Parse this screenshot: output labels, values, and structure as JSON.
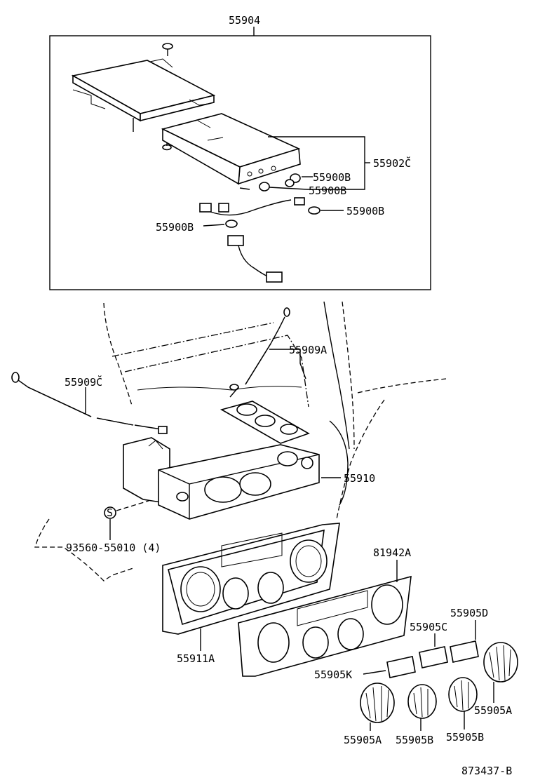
{
  "labels": {
    "l55904": "55904",
    "l55902c": "55902C̆",
    "l55900b_1": "55900B",
    "l55900b_2": "55900B",
    "l55900b_3": "55900B",
    "l55900b_4": "55900B",
    "l55909a": "55909A",
    "l55909c": "55909C̆",
    "l55910": "55910",
    "l_bolt": "93560-55010 (4)",
    "l_s": "S",
    "l81942a": "81942A",
    "l55911a": "55911A",
    "l55905d": "55905D",
    "l55905c": "55905C",
    "l55905k": "55905K",
    "l55905a_r": "55905A",
    "l55905a_l": "55905A",
    "l55905b_m": "55905B",
    "l55905b_r": "55905B",
    "l_ref": "873437-B"
  }
}
